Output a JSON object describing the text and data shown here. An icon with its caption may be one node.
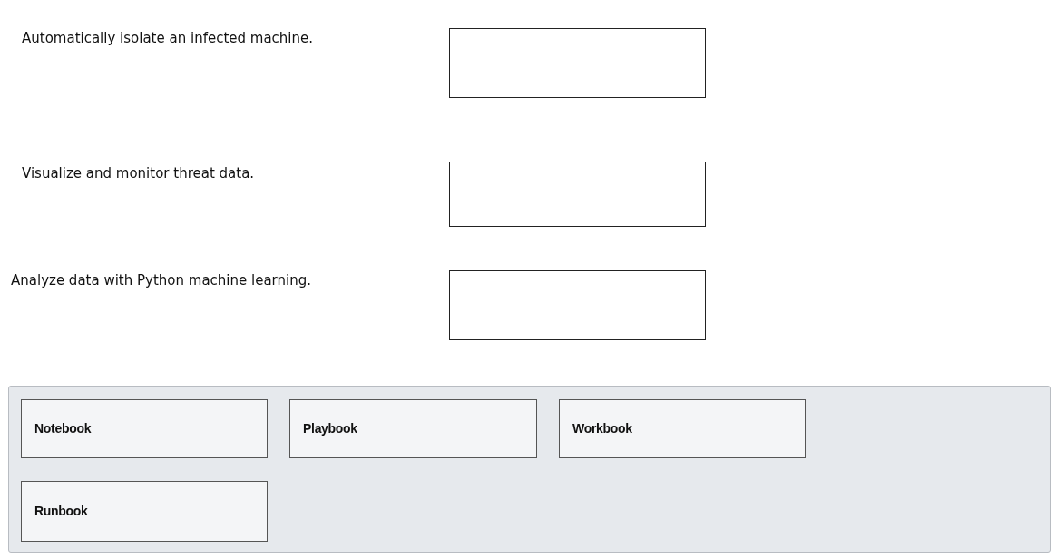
{
  "diagram": {
    "nodes": [
      {
        "text": [],
        "shape": "box"
      },
      {
        "text": [],
        "shape": "box"
      },
      {
        "text": [],
        "shape": "box"
      },
      {
        "text": [],
        "shape": "box"
      },
      {
        "text": [
          "Notebook"
        ],
        "in": 3
      },
      {
        "text": [
          "Playbook"
        ],
        "in": 3
      },
      {
        "text": [
          "Workbook"
        ],
        "in": 3
      },
      {
        "text": [
          "Runbook"
        ],
        "in": 3
      }
    ],
    "edges": [],
    "labels": [
      "Automatically isolate an infected machine.",
      "Visualize and monitor threat data.",
      "Analyze data with Python machine learning."
    ]
  }
}
